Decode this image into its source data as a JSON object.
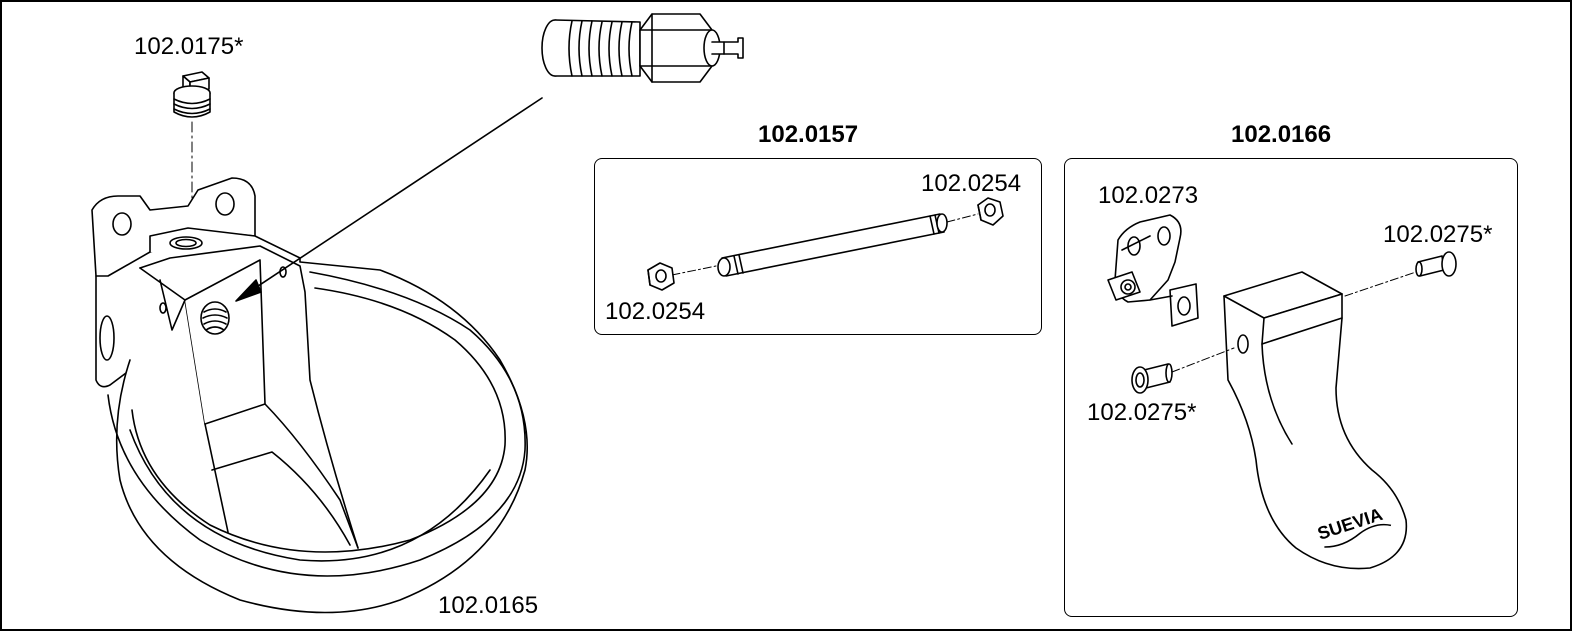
{
  "colors": {
    "line": "#000000",
    "background": "#ffffff"
  },
  "parts": {
    "plug": "102.0175*",
    "bowl": "102.0165",
    "rod_assembly": "102.0157",
    "rod_nut_right": "102.0254",
    "rod_nut_left": "102.0254",
    "paddle_assembly": "102.0166",
    "bracket": "102.0273",
    "rivet_right": "102.0275*",
    "rivet_left": "102.0275*"
  },
  "logo_text": "SUEVIA"
}
